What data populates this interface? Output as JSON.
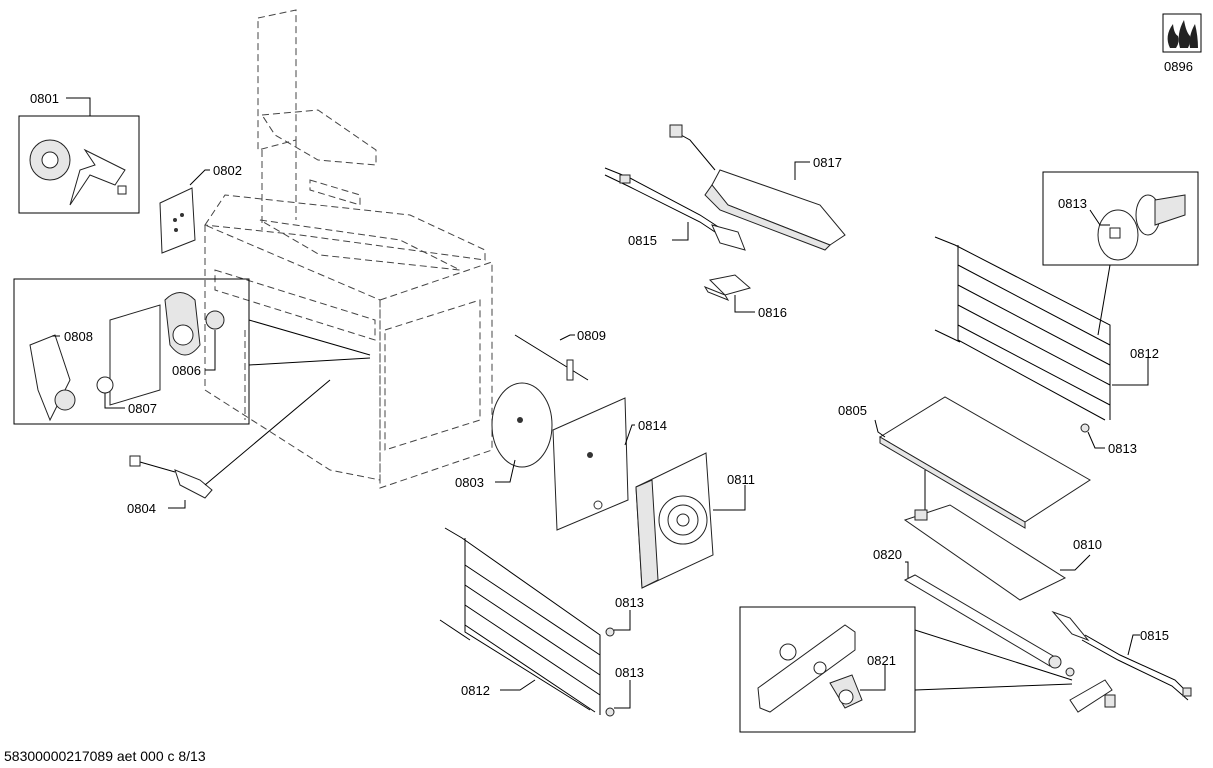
{
  "labels": {
    "p0801": "0801",
    "p0802": "0802",
    "p0803": "0803",
    "p0804": "0804",
    "p0805": "0805",
    "p0806": "0806",
    "p0807": "0807",
    "p0808": "0808",
    "p0809": "0809",
    "p0810": "0810",
    "p0811": "0811",
    "p0812_right": "0812",
    "p0812_left": "0812",
    "p0813_box": "0813",
    "p0813_right": "0813",
    "p0813_left_top": "0813",
    "p0813_left_bottom": "0813",
    "p0814": "0814",
    "p0815_top": "0815",
    "p0815_bottom": "0815",
    "p0816": "0816",
    "p0817": "0817",
    "p0820": "0820",
    "p0821": "0821",
    "p0896": "0896"
  },
  "footer": "58300000217089 aet 000 c 8/13"
}
